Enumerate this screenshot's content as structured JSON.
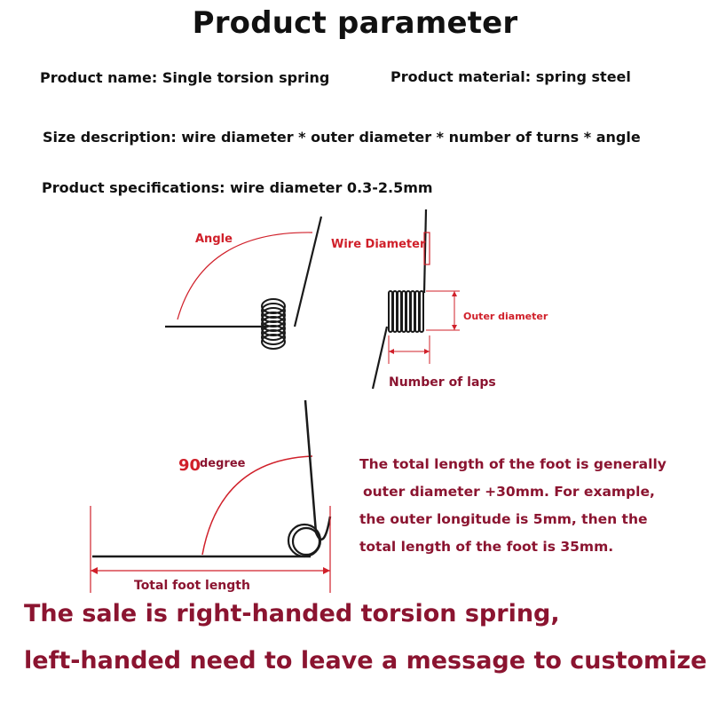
{
  "title": "Product parameter",
  "info": {
    "product_name": "Product name: Single torsion spring",
    "product_material": "Product material: spring steel",
    "size_description": "Size description: wire diameter * outer diameter * number of turns * angle",
    "product_specifications": "Product specifications: wire diameter 0.3-2.5mm"
  },
  "diagram1": {
    "angle_label": "Angle",
    "wire_diameter_label": "Wire Diameter",
    "outer_diameter_label": "Outer diameter",
    "number_of_laps_label": "Number of laps"
  },
  "diagram2": {
    "degree_value": "90",
    "degree_unit": "degree",
    "total_foot_length_label": "Total foot length"
  },
  "note": {
    "line1": "The total length of the foot is generally",
    "line2": "outer diameter +30mm. For example,",
    "line3": "the outer longitude is 5mm, then the",
    "line4": "total length of the foot is 35mm."
  },
  "footer": {
    "line1": "The sale is right-handed torsion spring,",
    "line2": "left-handed need to leave a message to customize"
  },
  "colors": {
    "annotation_red": "#d0202a",
    "note_maroon": "#8b1430",
    "spring_black": "#1a1a1a"
  }
}
